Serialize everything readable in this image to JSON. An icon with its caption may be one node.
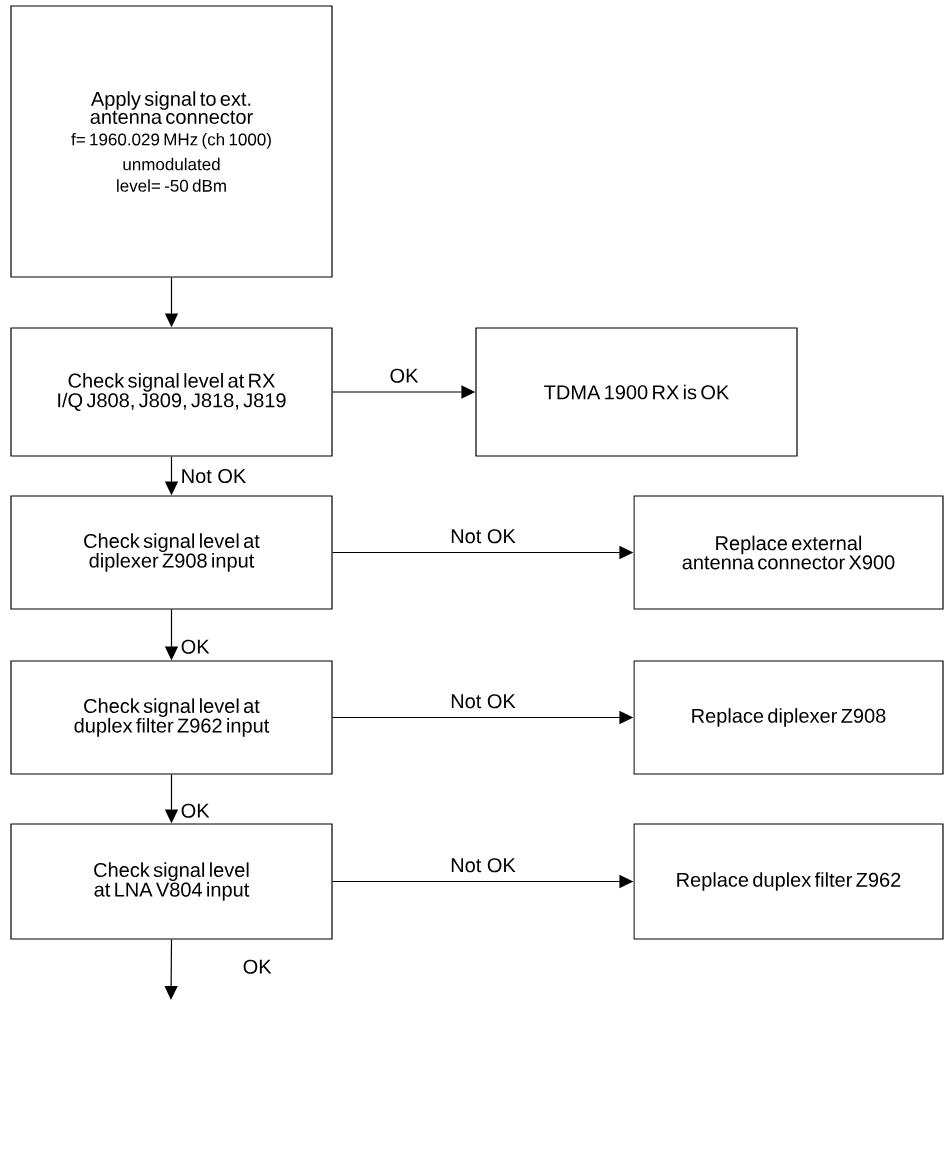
{
  "diagram": {
    "nodes": [
      {
        "text": [
          "Apply signal to ext. antenna connector",
          "f= 1960.029 MHz (ch 1000)",
          "unmodulated",
          "level= -50 dBm"
        ]
      },
      {
        "text": [
          "Check signal level at RX I/Q J808, J809, J818, J819"
        ]
      },
      {
        "text": [
          "TDMA 1900 RX is OK"
        ]
      },
      {
        "text": [
          "Check signal level at diplexer Z908 input"
        ]
      },
      {
        "text": [
          "Replace external antenna connector X900"
        ]
      },
      {
        "text": [
          "Check signal level at duplex filter Z962 input"
        ]
      },
      {
        "text": [
          "Replace diplexer Z908"
        ]
      },
      {
        "text": [
          "Check signal level at LNA V804 input"
        ]
      },
      {
        "text": [
          "Replace duplex filter Z962"
        ]
      }
    ],
    "edges": [
      {
        "from": 0,
        "to": 1,
        "arrow": "to"
      },
      {
        "from": 1,
        "to": 2,
        "arrow": "to",
        "label": "OK"
      },
      {
        "from": 1,
        "to": 3,
        "arrow": "to",
        "label": "Not OK"
      },
      {
        "from": 3,
        "to": 4,
        "arrow": "to",
        "label": "Not OK"
      },
      {
        "from": 3,
        "to": 5,
        "arrow": "to",
        "label": "OK"
      },
      {
        "from": 5,
        "to": 6,
        "arrow": "to",
        "label": "Not OK"
      },
      {
        "from": 5,
        "to": 7,
        "arrow": "to",
        "label": "OK"
      },
      {
        "from": 7,
        "to": 8,
        "arrow": "to",
        "label": "Not OK"
      },
      {
        "from": 7,
        "to": null,
        "arrow": "to",
        "label": "OK"
      }
    ]
  }
}
